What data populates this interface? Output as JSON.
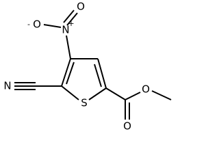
{
  "molecule": {
    "atoms": {
      "nitro_o_minus": "O",
      "nitro_o_minus_charge": "-",
      "nitro_n": "N",
      "nitro_n_charge": "+",
      "nitro_o_double": "O",
      "nitrile_n": "N",
      "ring_s": "S",
      "ester_o_carbonyl": "O",
      "ester_o_single": "O"
    }
  }
}
